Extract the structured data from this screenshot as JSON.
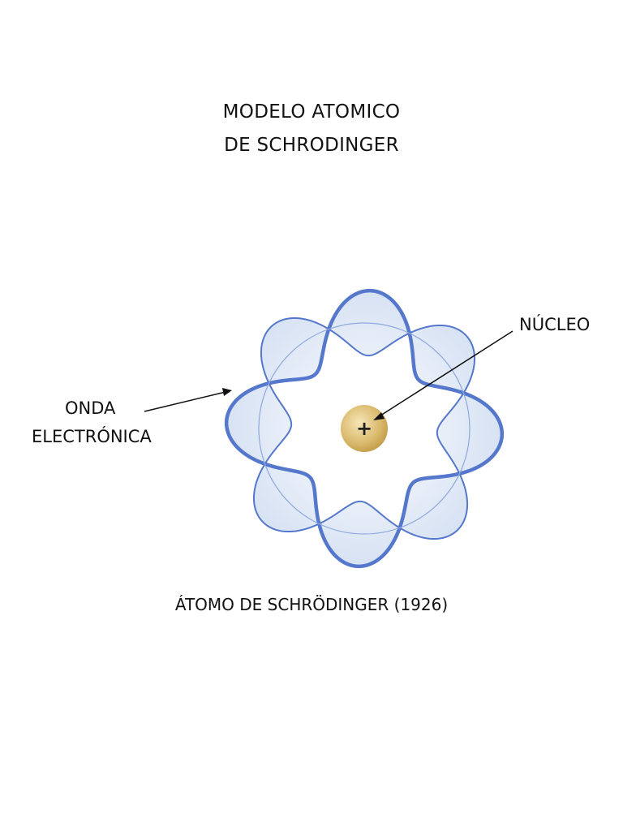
{
  "title": {
    "line1": "MODELO ATOMICO",
    "line2": "DE SCHRODINGER"
  },
  "diagram": {
    "labels": {
      "electron_wave_line1": "ONDA",
      "electron_wave_line2": "ELECTRÓNICA",
      "nucleus": "NÚCLEO"
    },
    "nucleus_symbol": "+",
    "wave_lobes": 8,
    "colors": {
      "wave_stroke": "#5577cc",
      "wave_fill": "#dde7f6",
      "nucleus": "#d2b46a"
    }
  },
  "caption": "ÁTOMO DE SCHRÖDINGER (1926)"
}
